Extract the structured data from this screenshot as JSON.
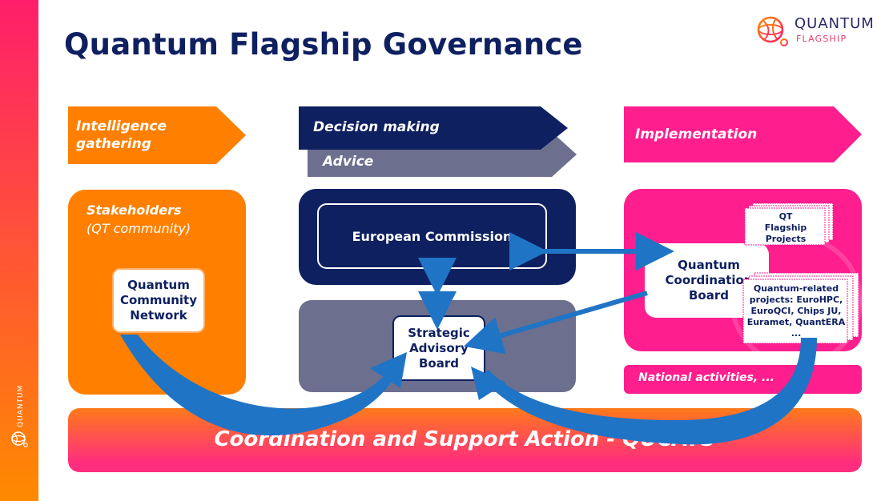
{
  "title": "Quantum Flagship Governance",
  "logo": {
    "line1": "QUANTUM",
    "line2": "FLAGSHIP"
  },
  "sidebar": {
    "word": "QUANTUM"
  },
  "phases": {
    "intelligence": "Intelligence gathering",
    "decision": "Decision making",
    "advice": "Advice",
    "implementation": "Implementation"
  },
  "stakeholders": {
    "title": "Stakeholders",
    "subtitle": "(QT community)",
    "network": "Quantum Community Network"
  },
  "center": {
    "commission": "European Commission",
    "sab": "Strategic Advisory Board"
  },
  "right": {
    "qcb": "Quantum Coordination Board",
    "qt_projects": "QT Flagship Projects",
    "related_projects": "Quantum-related projects: EuroHPC, EuroQCI, Chips JU, Euramet, QuantERA ...",
    "national": "National activities, ..."
  },
  "csa": "Coordination and Support Action - QUCATS",
  "colors": {
    "orange": "#ff8000",
    "navy": "#0e2060",
    "slate": "#6c6f8e",
    "pink": "#ff1e8e",
    "arrow_blue": "#1f74c6"
  }
}
